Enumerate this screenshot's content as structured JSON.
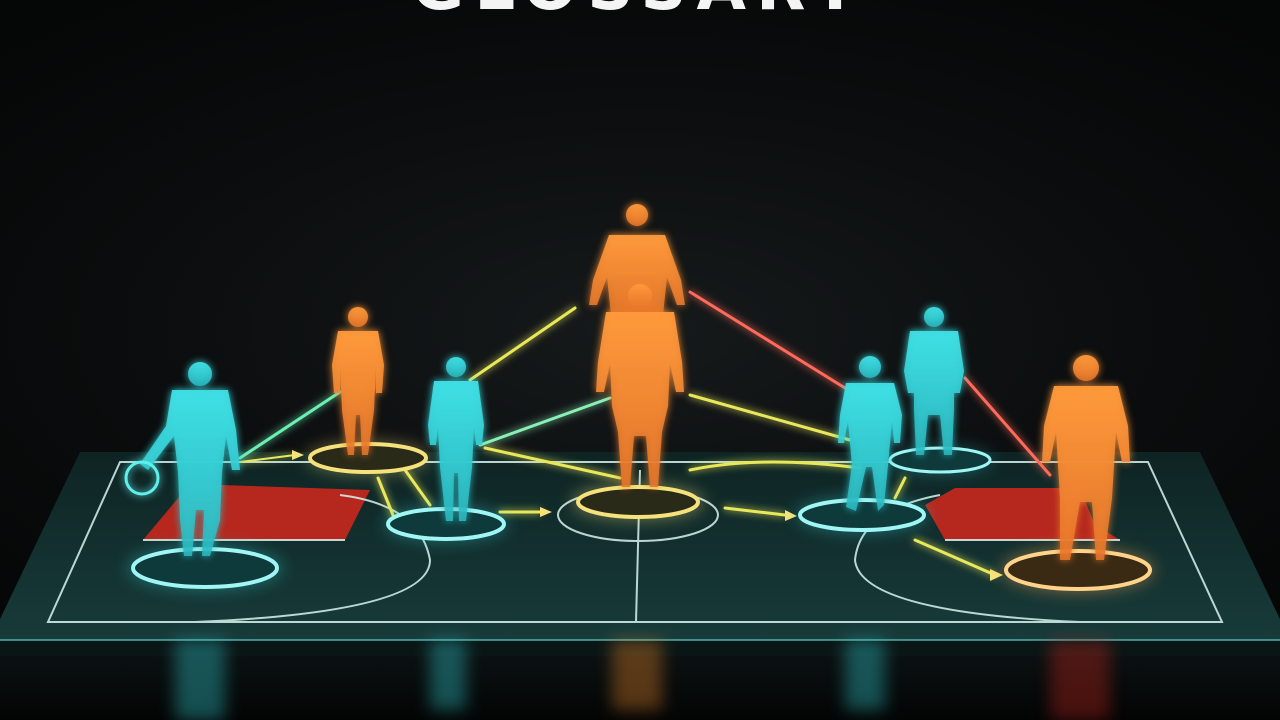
{
  "title": "GLOSSARY",
  "colors": {
    "background": "#050606",
    "court": "#12302f",
    "court_line": "#d8f4f0",
    "paint": "#c9281d",
    "cyan_player": "#35d6dc",
    "orange_player": "#f08a2c",
    "ring_glow": "#f6e27a",
    "pass_line": "#e9e85a",
    "cut_line": "#ff6b5a"
  },
  "players": [
    {
      "id": "guard-left-ball",
      "team": "cyan",
      "has_ball": true
    },
    {
      "id": "forward-left",
      "team": "orange",
      "has_ball": false
    },
    {
      "id": "wing-left",
      "team": "cyan",
      "has_ball": false
    },
    {
      "id": "center-back",
      "team": "orange",
      "has_ball": false
    },
    {
      "id": "center-front",
      "team": "orange",
      "has_ball": false
    },
    {
      "id": "wing-right",
      "team": "cyan",
      "has_ball": false
    },
    {
      "id": "forward-right",
      "team": "cyan",
      "has_ball": false
    },
    {
      "id": "guard-right",
      "team": "orange",
      "has_ball": false
    }
  ]
}
